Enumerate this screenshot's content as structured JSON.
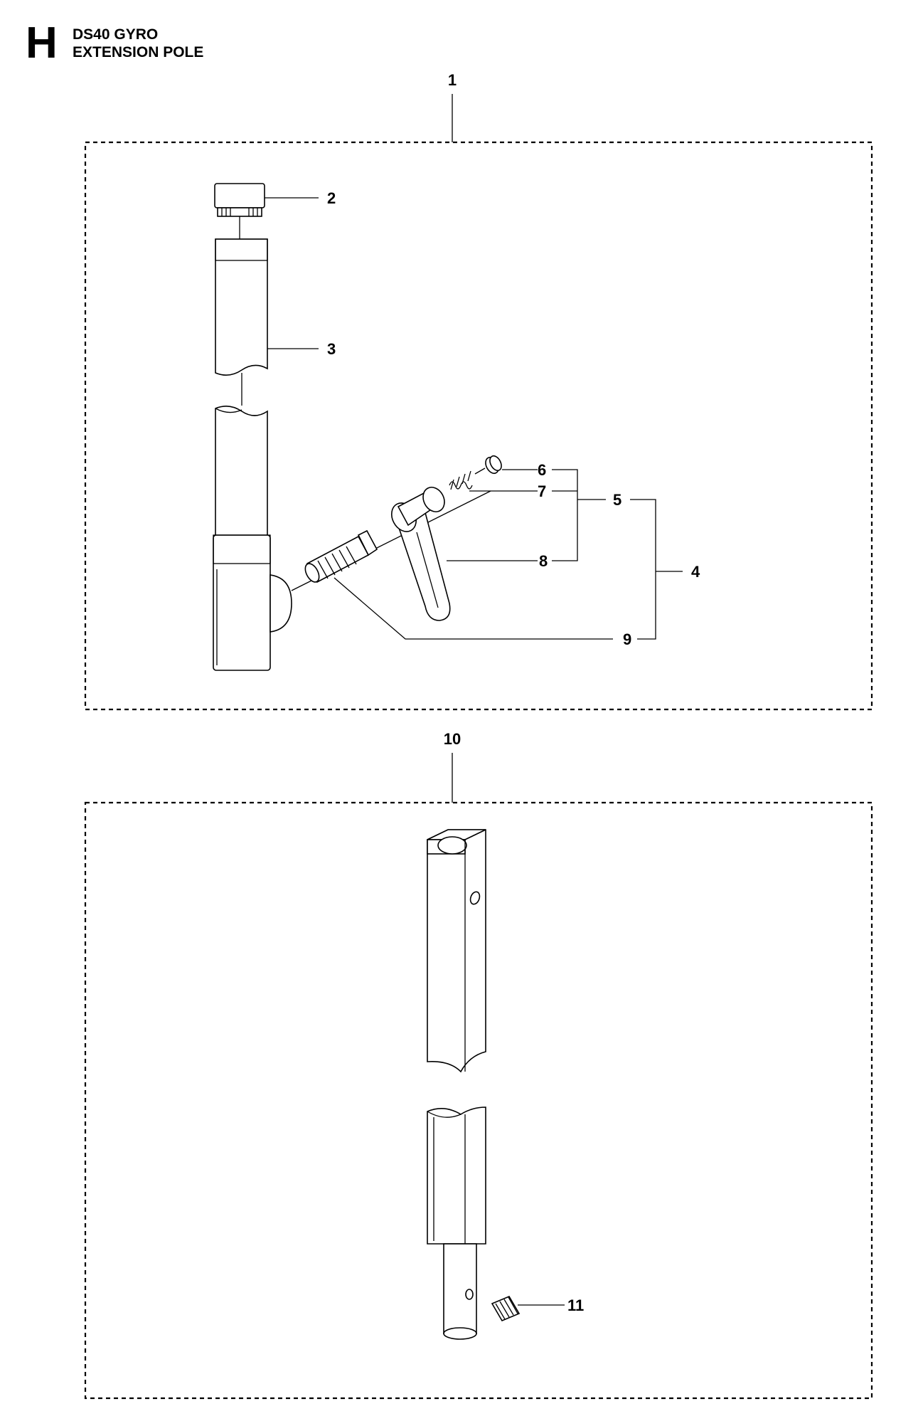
{
  "header": {
    "section_letter": "H",
    "model": "DS40 GYRO",
    "assembly": "EXTENSION POLE"
  },
  "groups": [
    {
      "label": "1"
    },
    {
      "label": "10"
    }
  ],
  "callouts": {
    "c2": "2",
    "c3": "3",
    "c4": "4",
    "c5": "5",
    "c6": "6",
    "c7": "7",
    "c8": "8",
    "c9": "9",
    "c11": "11"
  }
}
